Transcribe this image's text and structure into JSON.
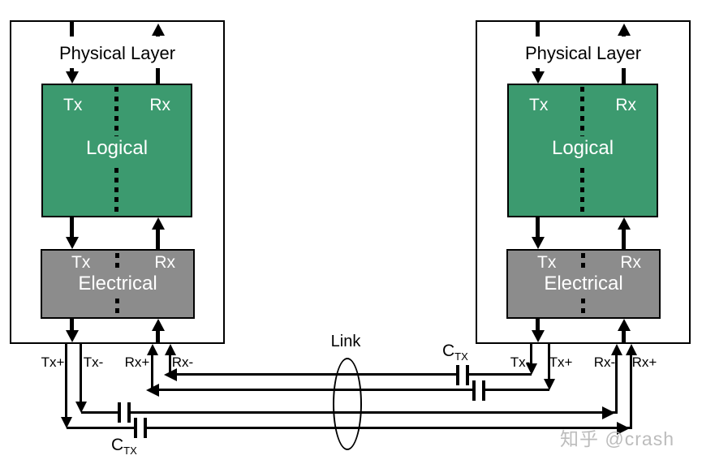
{
  "diagram": {
    "devices": {
      "left": {
        "title": "Physical Layer",
        "logical_block": {
          "label": "Logical",
          "tx": "Tx",
          "rx": "Rx"
        },
        "electrical_block": {
          "label": "Electrical",
          "tx": "Tx",
          "rx": "Rx"
        },
        "pins": [
          {
            "label": "Tx+"
          },
          {
            "label": "Tx-"
          },
          {
            "label": "Rx+"
          },
          {
            "label": "Rx-"
          }
        ]
      },
      "right": {
        "title": "Physical Layer",
        "logical_block": {
          "label": "Logical",
          "tx": "Tx",
          "rx": "Rx"
        },
        "electrical_block": {
          "label": "Electrical",
          "tx": "Tx",
          "rx": "Rx"
        },
        "pins": [
          {
            "label": "Tx-"
          },
          {
            "label": "Tx+"
          },
          {
            "label": "Rx-"
          },
          {
            "label": "Rx+"
          }
        ]
      }
    },
    "link_label": "Link",
    "cap_label": {
      "base": "C",
      "subscript": "TX"
    },
    "watermark": "知乎 @crash",
    "colors": {
      "logical_green": "#3c9a6f",
      "electrical_gray": "#8c8c8c",
      "line_black": "#000000",
      "watermark_gray": "#b7b7b7"
    }
  }
}
